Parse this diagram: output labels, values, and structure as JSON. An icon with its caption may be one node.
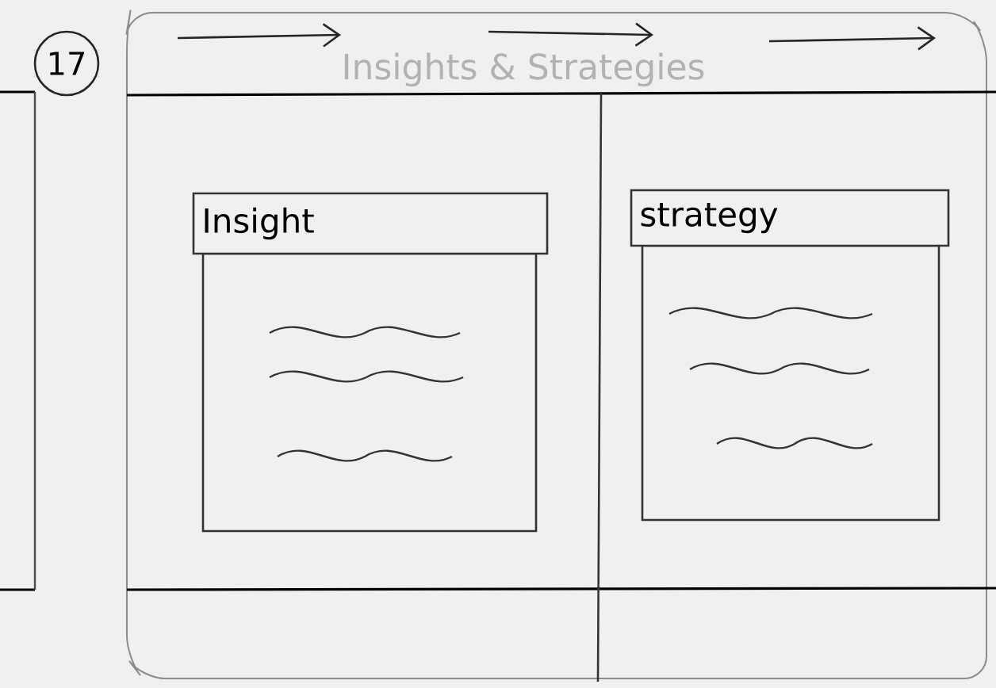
{
  "diagram": {
    "title": "Insights & Strategies",
    "nodes": [
      {
        "text": [
          "17"
        ]
      },
      {
        "text": [
          "Insight"
        ]
      },
      {
        "text": [
          "strategy"
        ]
      }
    ],
    "edges": []
  }
}
